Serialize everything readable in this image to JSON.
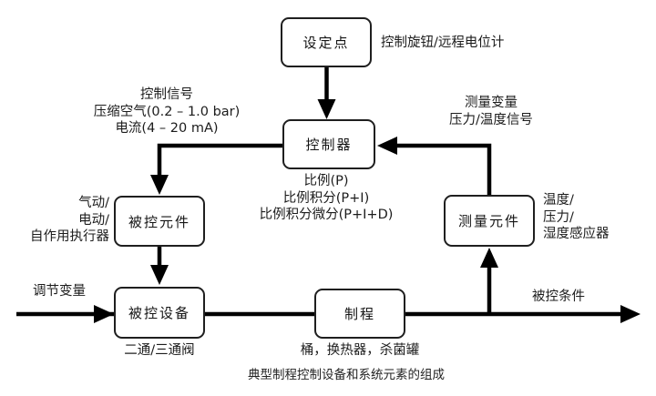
{
  "diagram": {
    "caption": "典型制程控制设备和系统元素的组成",
    "nodes": {
      "setpoint": "设定点",
      "controller": "控制器",
      "controlled_element": "被控元件",
      "measuring_element": "测量元件",
      "controlled_device": "被控设备",
      "process": "制程"
    },
    "labels": {
      "setpoint_note": "控制旋钮/远程电位计",
      "control_signal": [
        "控制信号",
        "压缩空气(0.2 – 1.0 bar)",
        "电流(4 – 20 mA)"
      ],
      "measured_var": [
        "测量变量",
        "压力/温度信号"
      ],
      "pid_modes": [
        "比例(P)",
        "比例积分(P+I)",
        "比例积分微分(P+I+D)"
      ],
      "actuator": [
        "气动/",
        "电动/",
        "自作用执行器"
      ],
      "sensor": [
        "温度/",
        "压力/",
        "湿度感应器"
      ],
      "regulating_variable": "调节变量",
      "valve_note": "二通/三通阀",
      "process_note": "桶，换热器，杀菌罐",
      "controlled_condition": "被控条件"
    },
    "colors": {
      "line": "#000000",
      "box_border": "#1f1f1f",
      "text": "#1c1c1c",
      "background": "#ffffff"
    }
  }
}
